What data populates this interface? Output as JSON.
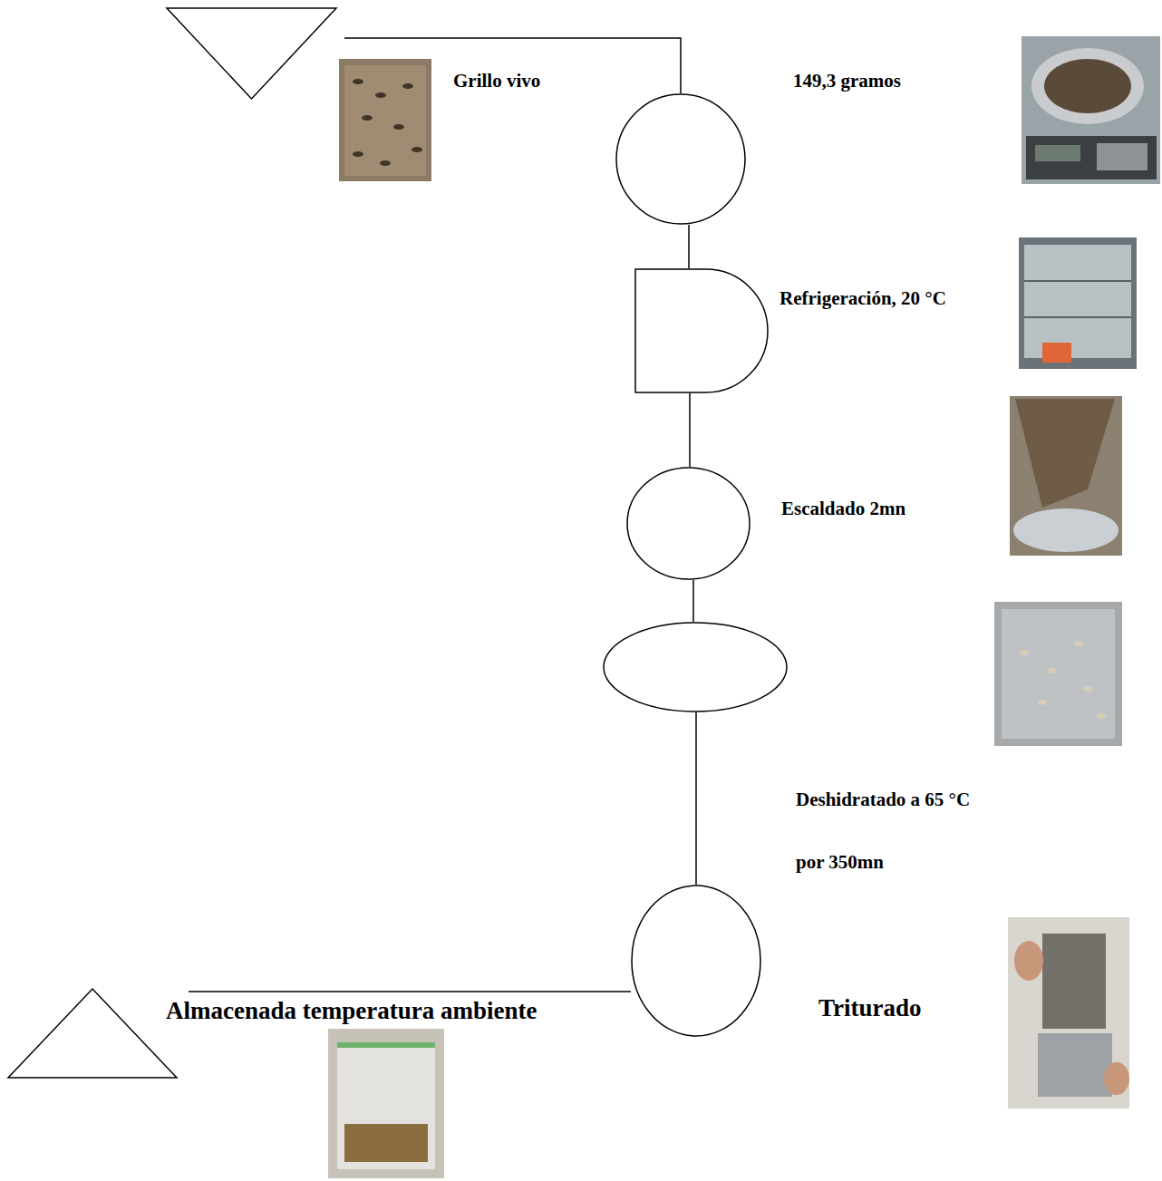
{
  "diagram": {
    "nodes": [
      {
        "text": [
          "Grillo vivo"
        ]
      },
      {
        "text": [
          "149,3 gramos"
        ]
      },
      {
        "text": [
          "Refrigeración, 20 °C"
        ]
      },
      {
        "text": [
          "Escaldado 2mn"
        ]
      },
      {
        "text": [
          "Deshidratado a 65 °C por 350mn"
        ]
      },
      {
        "text": [
          "Triturado"
        ]
      },
      {
        "text": [
          "Almacenada temperatura ambiente"
        ]
      }
    ],
    "edges": [
      {
        "from": 0,
        "to": 1,
        "arrow": "none"
      },
      {
        "from": 1,
        "to": 2,
        "arrow": "none"
      },
      {
        "from": 2,
        "to": 3,
        "arrow": "none"
      },
      {
        "from": 3,
        "to": 4,
        "arrow": "none"
      },
      {
        "from": 4,
        "to": 5,
        "arrow": "none"
      },
      {
        "from": 5,
        "to": 6,
        "arrow": "none"
      }
    ]
  }
}
